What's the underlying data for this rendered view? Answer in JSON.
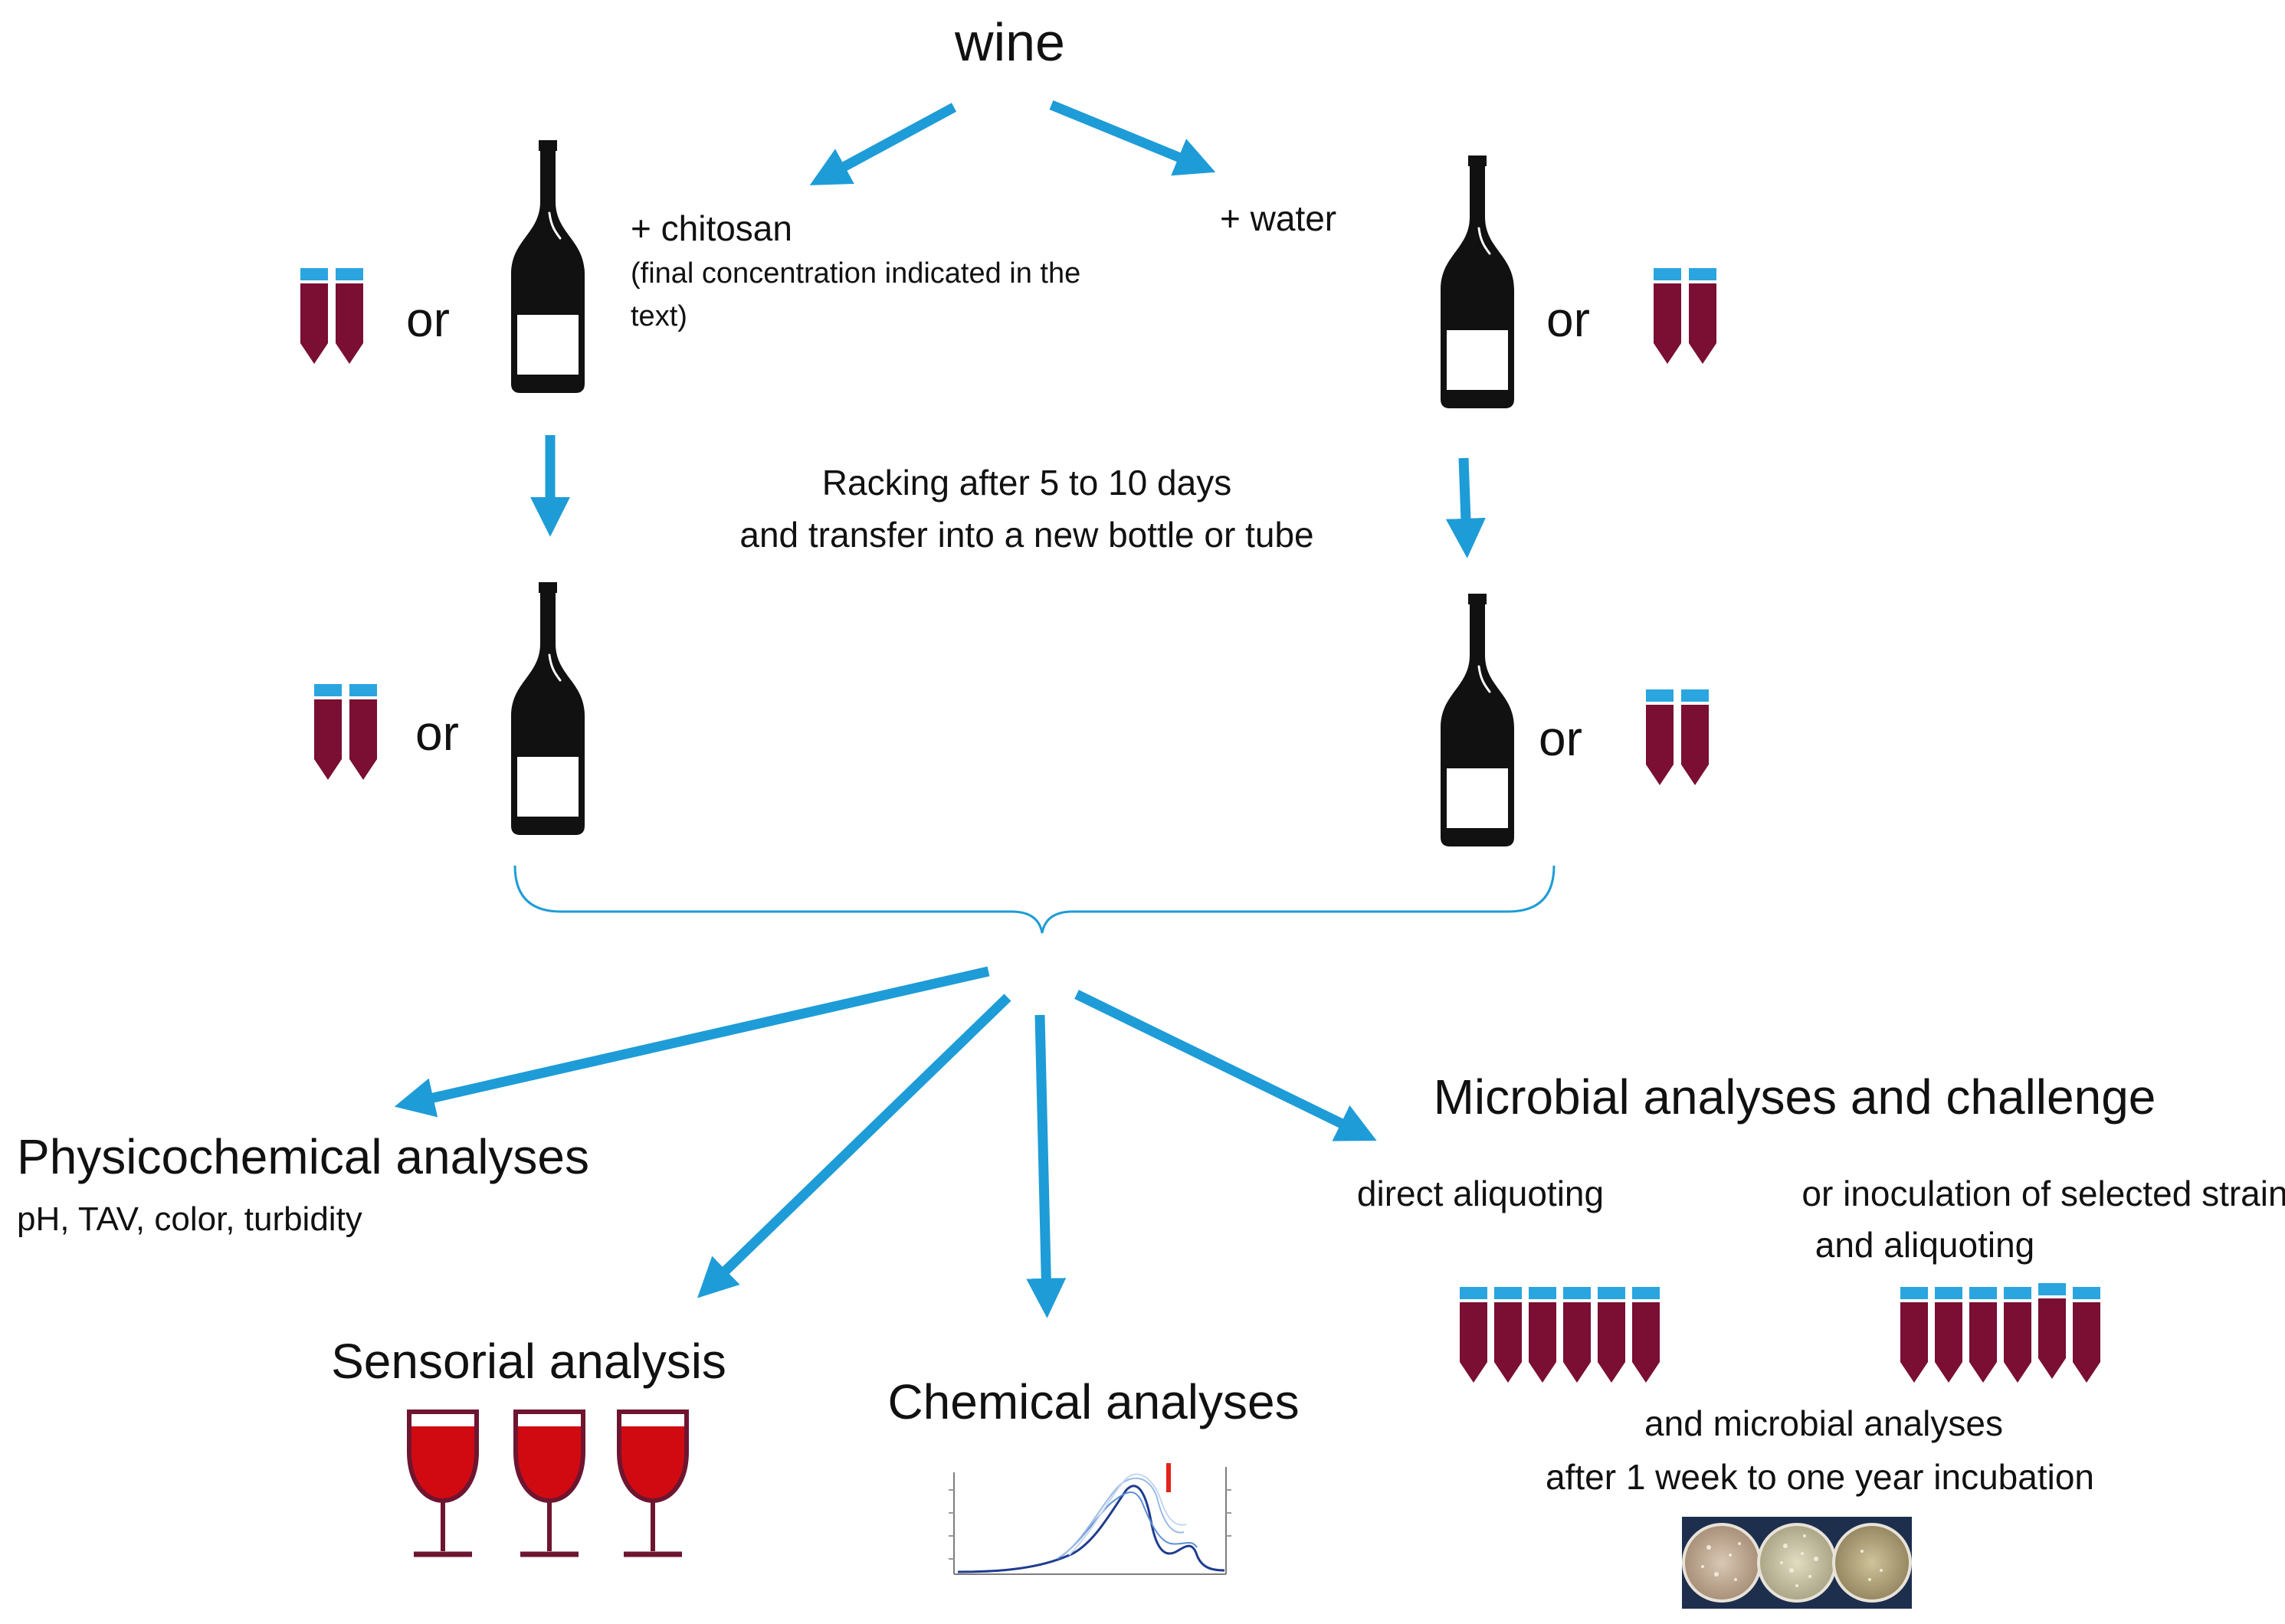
{
  "title": "wine",
  "left_branch": {
    "label": "+ chitosan",
    "note_line1": "(final concentration indicated in the",
    "note_line2": "text)",
    "or_top": "or",
    "or_bottom": "or"
  },
  "right_branch": {
    "label": "+ water",
    "or_top": "or",
    "or_bottom": "or"
  },
  "racking": {
    "line1": "Racking after 5 to 10 days",
    "line2": "and transfer into a new bottle or tube"
  },
  "outputs": {
    "physicochemical": {
      "title": "Physicochemical analyses",
      "subtitle": "pH, TAV, color, turbidity"
    },
    "sensorial": {
      "title": "Sensorial analysis"
    },
    "chemical": {
      "title": "Chemical analyses"
    },
    "microbial": {
      "title": "Microbial analyses and challenge",
      "option_direct": "direct aliquoting",
      "option_inoculation_line1": "or inoculation  of selected strains",
      "option_inoculation_line2": "and aliquoting",
      "followup_line1": "and microbial analyses",
      "followup_line2": "after 1 week to one year incubation"
    }
  },
  "colors": {
    "arrow": "#1E9CD7",
    "tube_body": "#7A0E33",
    "tube_cap": "#2AA5DF",
    "bottle": "#111111",
    "wine_red": "#D10A12",
    "glass_outline": "#6E1530"
  }
}
